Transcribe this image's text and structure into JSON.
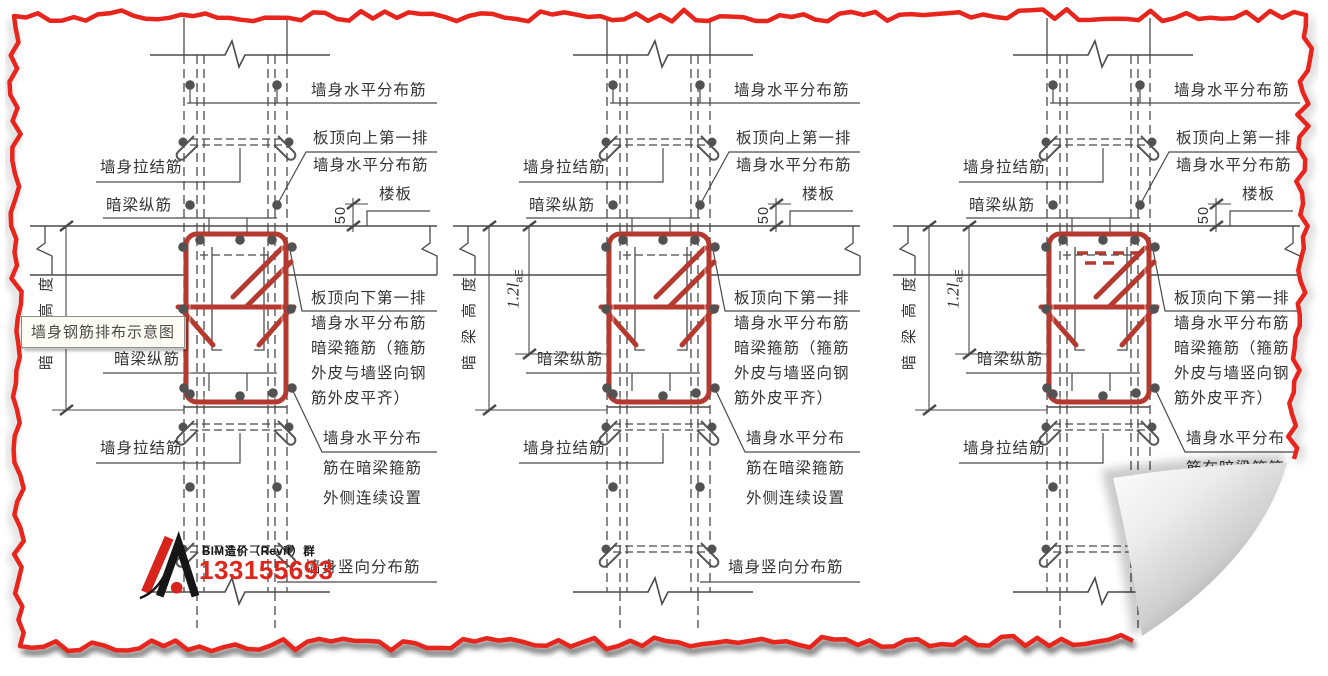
{
  "title_tooltip": "墙身钢筋排布示意图",
  "watermark": {
    "group": "BIM造价（Revit）群",
    "qq": "133155693"
  },
  "labels": {
    "wall_horizontal": "墙身水平分布筋",
    "slab_top_up_row1": "板顶向上第一排",
    "slab_top_up_row2": "墙身水平分布筋",
    "wall_tie": "墙身拉结筋",
    "beam_longitudinal": "暗梁纵筋",
    "floor_slab": "楼板",
    "below_l1": "板顶向下第一排",
    "below_l2": "墙身水平分布筋",
    "below_l3": "暗梁箍筋（箍筋",
    "below_l4": "外皮与墙竖向钢",
    "below_l5": "筋外皮平齐）",
    "cont_l1": "墙身水平分布",
    "cont_l2": "筋在暗梁箍筋",
    "cont_l3": "外侧连续设置",
    "wall_vertical": "墙身竖向分布筋"
  },
  "dims": {
    "d50": "50",
    "beam_height": "暗梁高度",
    "anchor_main": "1.2l",
    "anchor_sub": "aE"
  },
  "colors": {
    "rebar_red": "#b5392e",
    "border_red": "#e8251d",
    "watermark_red": "#e0251c",
    "line_ink": "#4a4a4a"
  }
}
